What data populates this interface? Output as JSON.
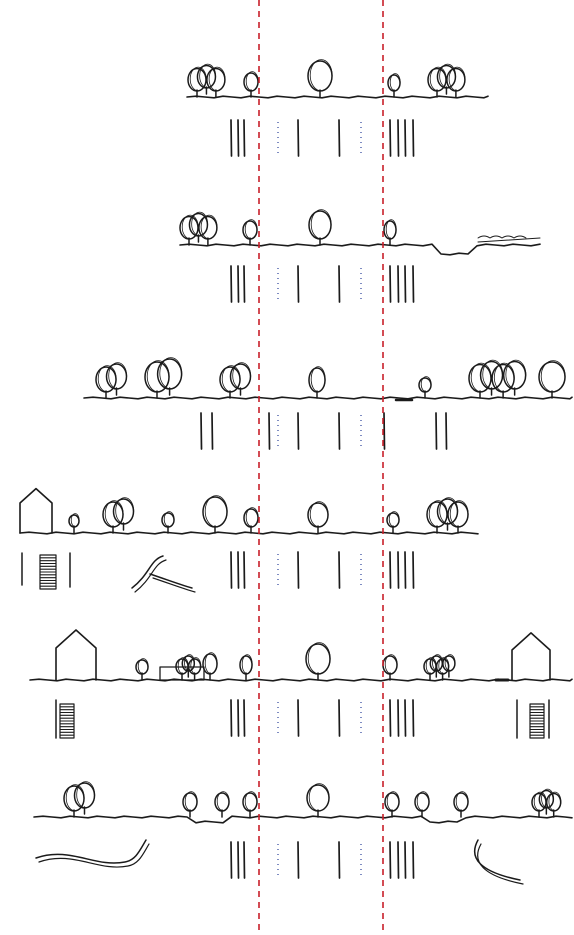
{
  "colors": {
    "ink": "#1b1b1b",
    "guide": "#c8202a",
    "lane_dots": "#3a4fa0"
  },
  "guides": {
    "style": "dashed",
    "count": 2
  },
  "sections": [
    {
      "id": "section-1",
      "features": [
        "trees",
        "road-lanes"
      ]
    },
    {
      "id": "section-2",
      "features": [
        "trees",
        "road-lanes",
        "water-ditch"
      ]
    },
    {
      "id": "section-3",
      "features": [
        "trees",
        "road-lanes"
      ]
    },
    {
      "id": "section-4",
      "features": [
        "house",
        "trees",
        "road-lanes",
        "parking",
        "winding-path"
      ]
    },
    {
      "id": "section-5",
      "features": [
        "house",
        "trees",
        "road-lanes",
        "parking",
        "house"
      ]
    },
    {
      "id": "section-6",
      "features": [
        "trees",
        "road-lanes",
        "winding-path"
      ]
    }
  ]
}
